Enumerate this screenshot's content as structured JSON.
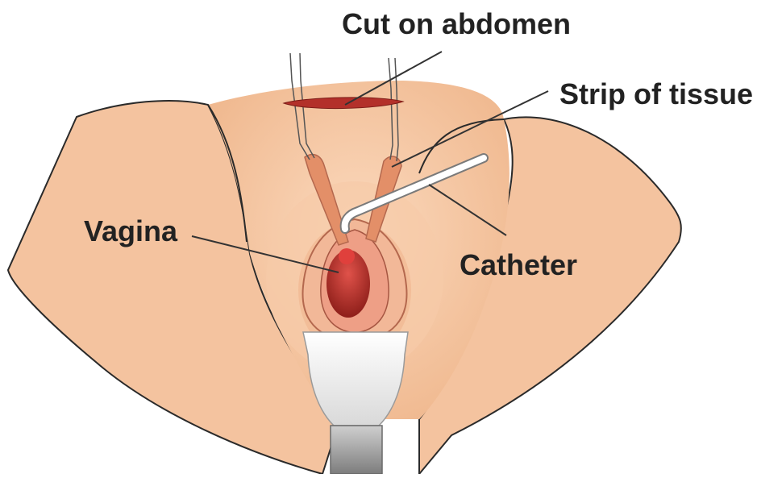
{
  "labels": {
    "cut_on_abdomen": "Cut on abdomen",
    "strip_of_tissue": "Strip of tissue",
    "vagina": "Vagina",
    "catheter": "Catheter"
  },
  "colors": {
    "skin": "#f4c39f",
    "skin_light": "#f8d3b5",
    "skin_shadow": "#e8a882",
    "incision": "#b3302a",
    "vaginal_opening": "#c0392b",
    "tissue_strip": "#e38f68",
    "catheter": "#ffffff",
    "speculum": "#e6e6e6",
    "leader_line": "#333333"
  }
}
